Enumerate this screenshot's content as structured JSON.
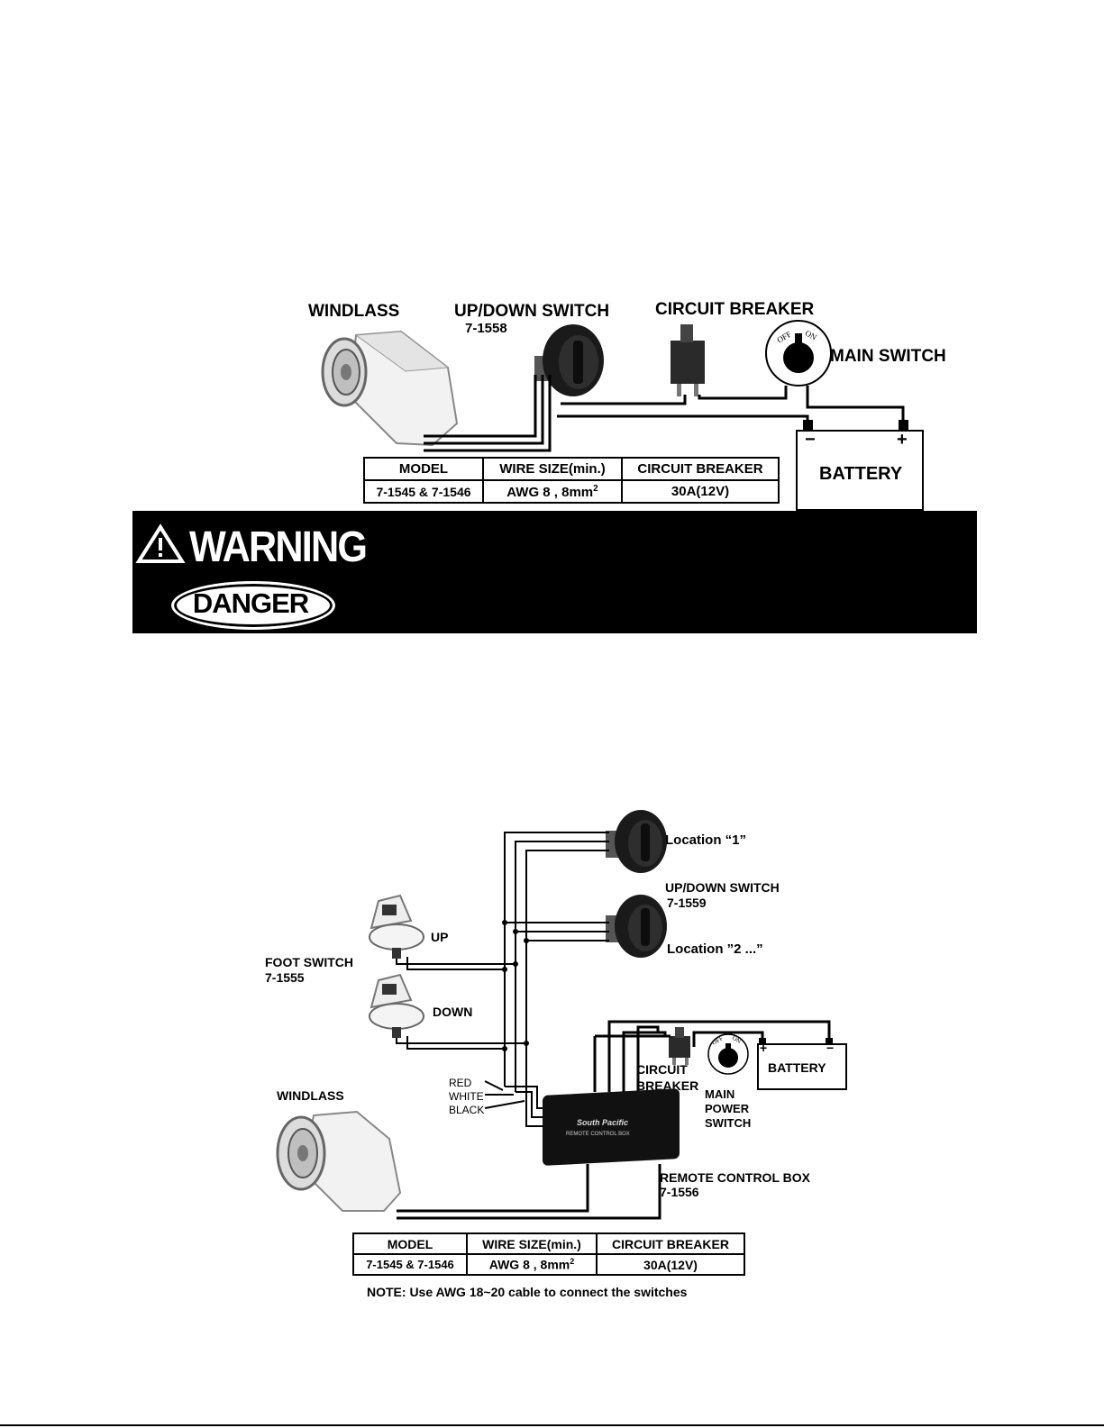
{
  "diagram1": {
    "windlass_label": "WINDLASS",
    "updown_label": "UP/DOWN SWITCH",
    "updown_model": "7-1558",
    "breaker_label": "CIRCUIT BREAKER",
    "main_switch_label": "MAIN SWITCH",
    "battery_label": "BATTERY",
    "battery_minus": "−",
    "battery_plus": "+",
    "knob_off": "OFF",
    "knob_on": "ON",
    "table": {
      "headers": [
        "MODEL",
        "WIRE SIZE(min.)",
        "CIRCUIT BREAKER"
      ],
      "row": [
        "7-1545 & 7-1546",
        "AWG 8 , 8mm",
        "30A(12V)"
      ],
      "superscript": "2"
    }
  },
  "warning": {
    "warning_text": "WARNING",
    "danger_text": "DANGER"
  },
  "diagram2": {
    "location1": "Location “1”",
    "updown_label": "UP/DOWN SWITCH",
    "updown_model": "7-1559",
    "location2": "Location ”2 ...”",
    "foot_switch_label": "FOOT SWITCH",
    "foot_switch_model": "7-1555",
    "up_label": "UP",
    "down_label": "DOWN",
    "windlass_label": "WINDLASS",
    "wire_red": "RED",
    "wire_white": "WHITE",
    "wire_black": "BLACK",
    "breaker_label_1": "CIRCUIT",
    "breaker_label_2": "BREAKER",
    "main_power_1": "MAIN",
    "main_power_2": "POWER",
    "main_power_3": "SWITCH",
    "battery_label": "BATTERY",
    "battery_plus": "+",
    "battery_minus": "−",
    "knob_off": "OFF",
    "knob_on": "ON",
    "remote_box_label": "REMOTE CONTROL BOX",
    "remote_box_model": "7-1556",
    "remote_brand": "South Pacific",
    "remote_sub": "REMOTE CONTROL BOX",
    "table": {
      "headers": [
        "MODEL",
        "WIRE SIZE(min.)",
        "CIRCUIT BREAKER"
      ],
      "row": [
        "7-1545 & 7-1546",
        "AWG 8 , 8mm",
        "30A(12V)"
      ],
      "superscript": "2"
    },
    "note": "NOTE: Use AWG 18~20 cable to connect the switches"
  }
}
